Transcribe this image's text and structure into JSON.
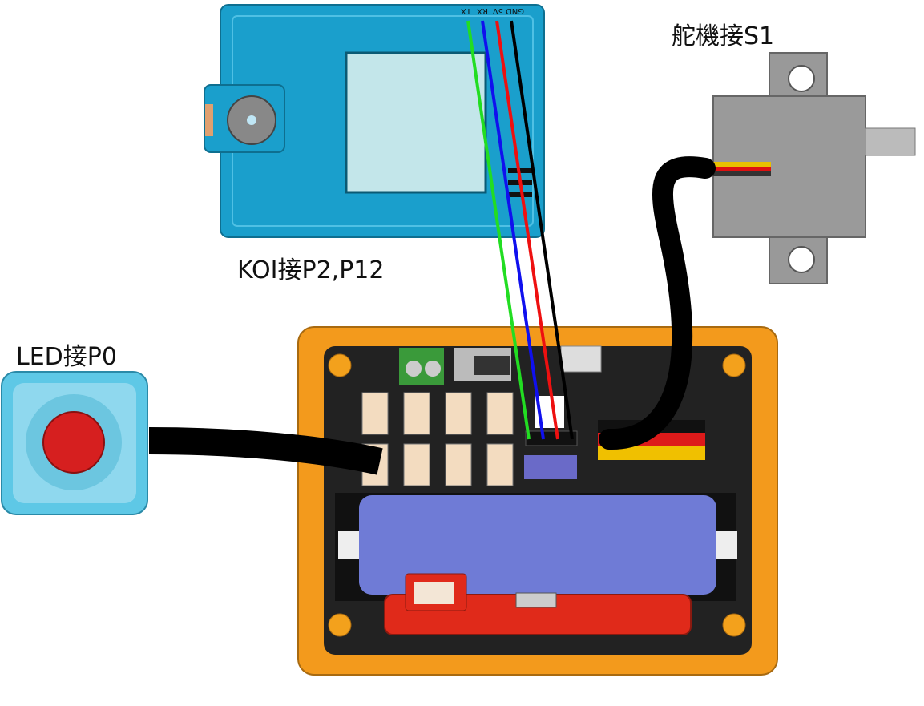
{
  "labels": {
    "servo": "舵機接S1",
    "koi": "KOI接P2,P12",
    "led": "LED接P0"
  },
  "koi_pins": [
    "GND",
    "5V",
    "RX",
    "TX"
  ],
  "colors": {
    "koi_body": "#1a9fcc",
    "board_frame": "#f39a1c",
    "board_pcb": "#222222",
    "battery": "#6f7bd6",
    "led_body": "#5ec8e6",
    "led_button": "#d61f1f",
    "servo_body": "#9a9a9a",
    "wire_tx": "#22dd22",
    "wire_rx": "#1010ee",
    "wire_5v": "#ee1010",
    "wire_gnd": "#000000"
  }
}
